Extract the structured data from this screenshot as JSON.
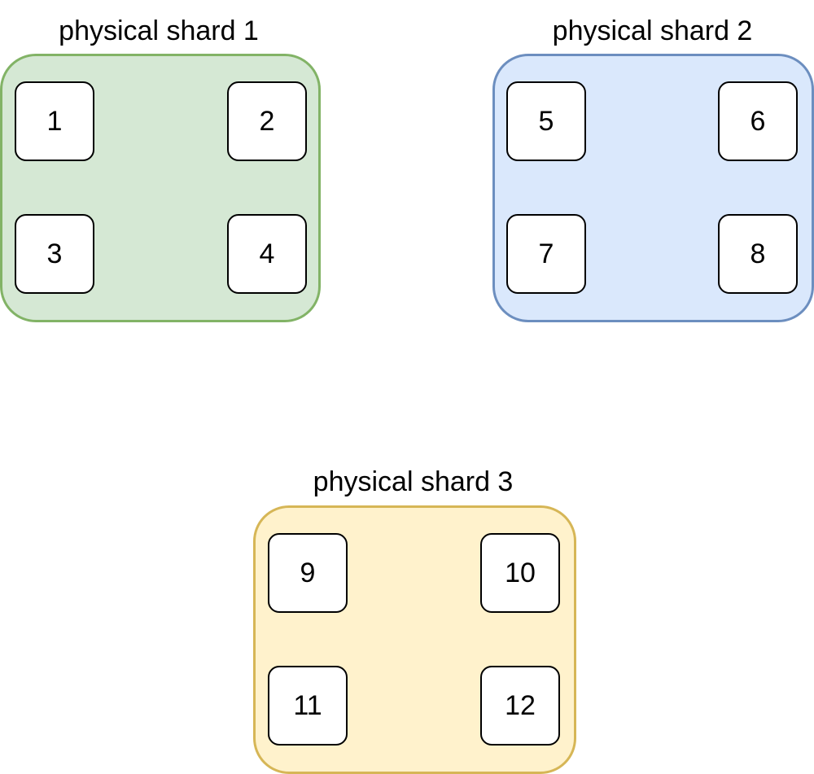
{
  "physical_shards": [
    {
      "title": "physical shard 1",
      "fill": "#d5e8d4",
      "stroke": "#82b366",
      "logical_shards": [
        "1",
        "2",
        "3",
        "4"
      ]
    },
    {
      "title": "physical shard 2",
      "fill": "#dae8fc",
      "stroke": "#6c8ebf",
      "logical_shards": [
        "5",
        "6",
        "7",
        "8"
      ]
    },
    {
      "title": "physical shard 3",
      "fill": "#fff2cc",
      "stroke": "#d6b656",
      "logical_shards": [
        "9",
        "10",
        "11",
        "12"
      ]
    }
  ]
}
